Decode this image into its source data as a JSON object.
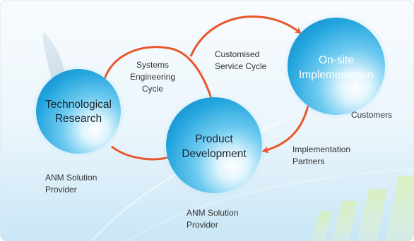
{
  "diagram": {
    "nodes": {
      "technological_research": {
        "line1": "Technological",
        "line2": "Research",
        "caption1": "ANM Solution",
        "caption2": "Provider"
      },
      "product_development": {
        "line1": "Product",
        "line2": "Development",
        "caption1": "ANM Solution",
        "caption2": "Provider"
      },
      "onsite_implementation": {
        "line1": "On-site",
        "line2": "Implementation",
        "caption1": "Customers"
      }
    },
    "cycles": {
      "systems_engineering": {
        "line1": "Systems",
        "line2": "Engineering",
        "line3": "Cycle"
      },
      "customised_service": {
        "line1": "Customised",
        "line2": "Service Cycle"
      }
    },
    "labels": {
      "implementation_partners": {
        "line1": "Implementation",
        "line2": "Partners"
      }
    },
    "colors": {
      "arrow": "#e8562a",
      "sphere_light": "#e9f8ff",
      "sphere_mid": "#5fc6ef",
      "sphere_dark": "#1698d6",
      "background_top": "#f7fbfe",
      "background_bottom": "#cfe9f7"
    }
  }
}
